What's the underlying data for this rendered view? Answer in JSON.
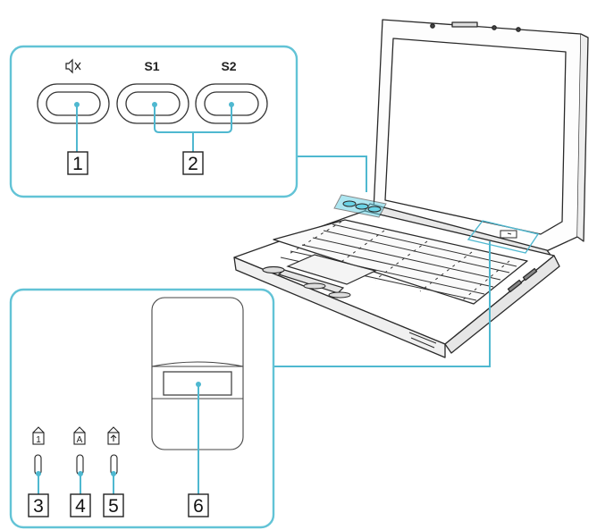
{
  "buttons_panel": {
    "mute_icon": "speaker-muted-icon",
    "s1_label": "S1",
    "s2_label": "S2",
    "callout_1": "1",
    "callout_2": "2"
  },
  "indicator_panel": {
    "indicator_icons": [
      "num-lock-icon",
      "caps-lock-icon",
      "scroll-lock-icon"
    ],
    "callouts": [
      "3",
      "4",
      "5"
    ],
    "sensor_callout": "6"
  },
  "colors": {
    "callout_line": "#4fb8d0",
    "panel_border": "#62c3d6",
    "drawing": "#2a2a2a"
  }
}
